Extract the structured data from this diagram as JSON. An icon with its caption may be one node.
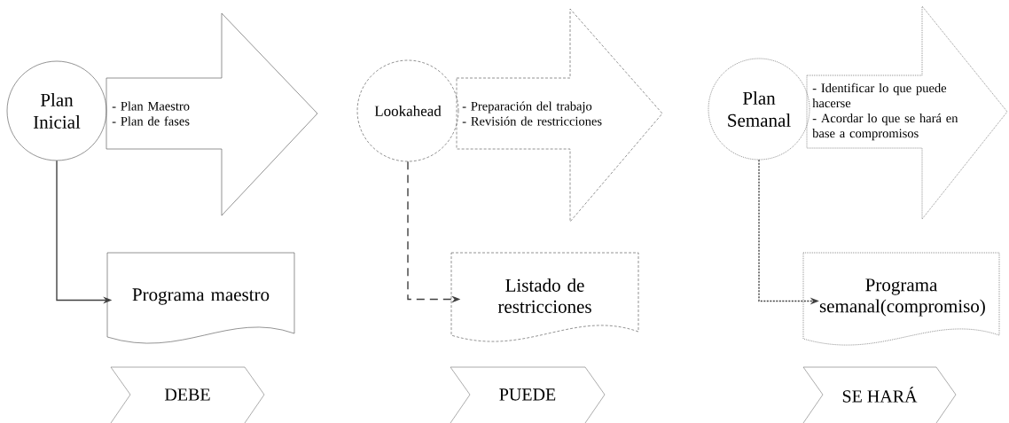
{
  "diagram": {
    "nodes": [
      {
        "text": [
          "Plan Inicial"
        ]
      },
      {
        "text": [
          "- Plan Maestro",
          "- Plan de fases"
        ]
      },
      {
        "text": [
          "Programa maestro"
        ]
      },
      {
        "text": [
          "DEBE"
        ]
      },
      {
        "text": [
          "Lookahead"
        ]
      },
      {
        "text": [
          "- Preparación del trabajo",
          "- Revisión de restricciones"
        ]
      },
      {
        "text": [
          "Listado de restricciones"
        ]
      },
      {
        "text": [
          "PUEDE"
        ]
      },
      {
        "text": [
          "Plan Semanal"
        ]
      },
      {
        "text": [
          "- Identificar lo que puede hacerse",
          "- Acordar lo que se hará en base a compromisos"
        ]
      },
      {
        "text": [
          "Programa semanal(compromiso)"
        ]
      },
      {
        "text": [
          "SE HARÁ"
        ]
      }
    ],
    "edges": [
      {
        "from": 0,
        "to": 2,
        "arrow": "to"
      },
      {
        "from": 4,
        "to": 6,
        "arrow": "to",
        "style": "dashed"
      },
      {
        "from": 8,
        "to": 10,
        "arrow": "to",
        "style": "dashed"
      }
    ]
  }
}
